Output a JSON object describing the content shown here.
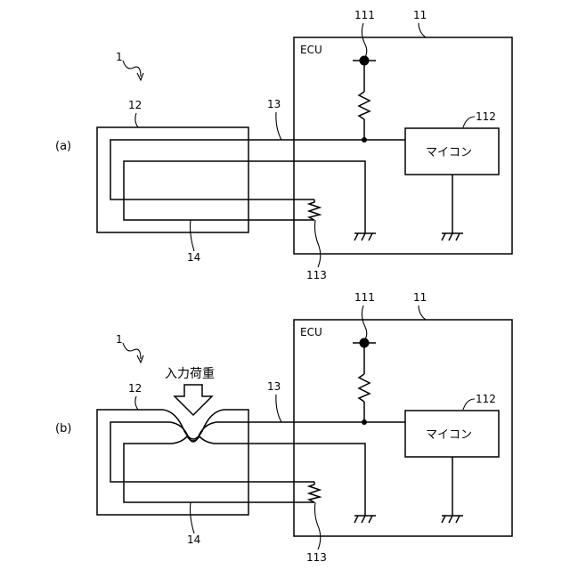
{
  "panels": [
    {
      "label": "(a)",
      "system_ref": "1",
      "sensor_ref": "12",
      "wire_ref": "13",
      "conductor_ref": "14",
      "ecu_ref": "11",
      "ecu_label": "ECU",
      "power_ref": "111",
      "micro_ref": "112",
      "micro_label": "マイコン",
      "resistor_ref": "113"
    },
    {
      "label": "(b)",
      "system_ref": "1",
      "sensor_ref": "12",
      "wire_ref": "13",
      "conductor_ref": "14",
      "ecu_ref": "11",
      "ecu_label": "ECU",
      "power_ref": "111",
      "micro_ref": "112",
      "micro_label": "マイコン",
      "resistor_ref": "113",
      "load_label": "入力荷重"
    }
  ]
}
